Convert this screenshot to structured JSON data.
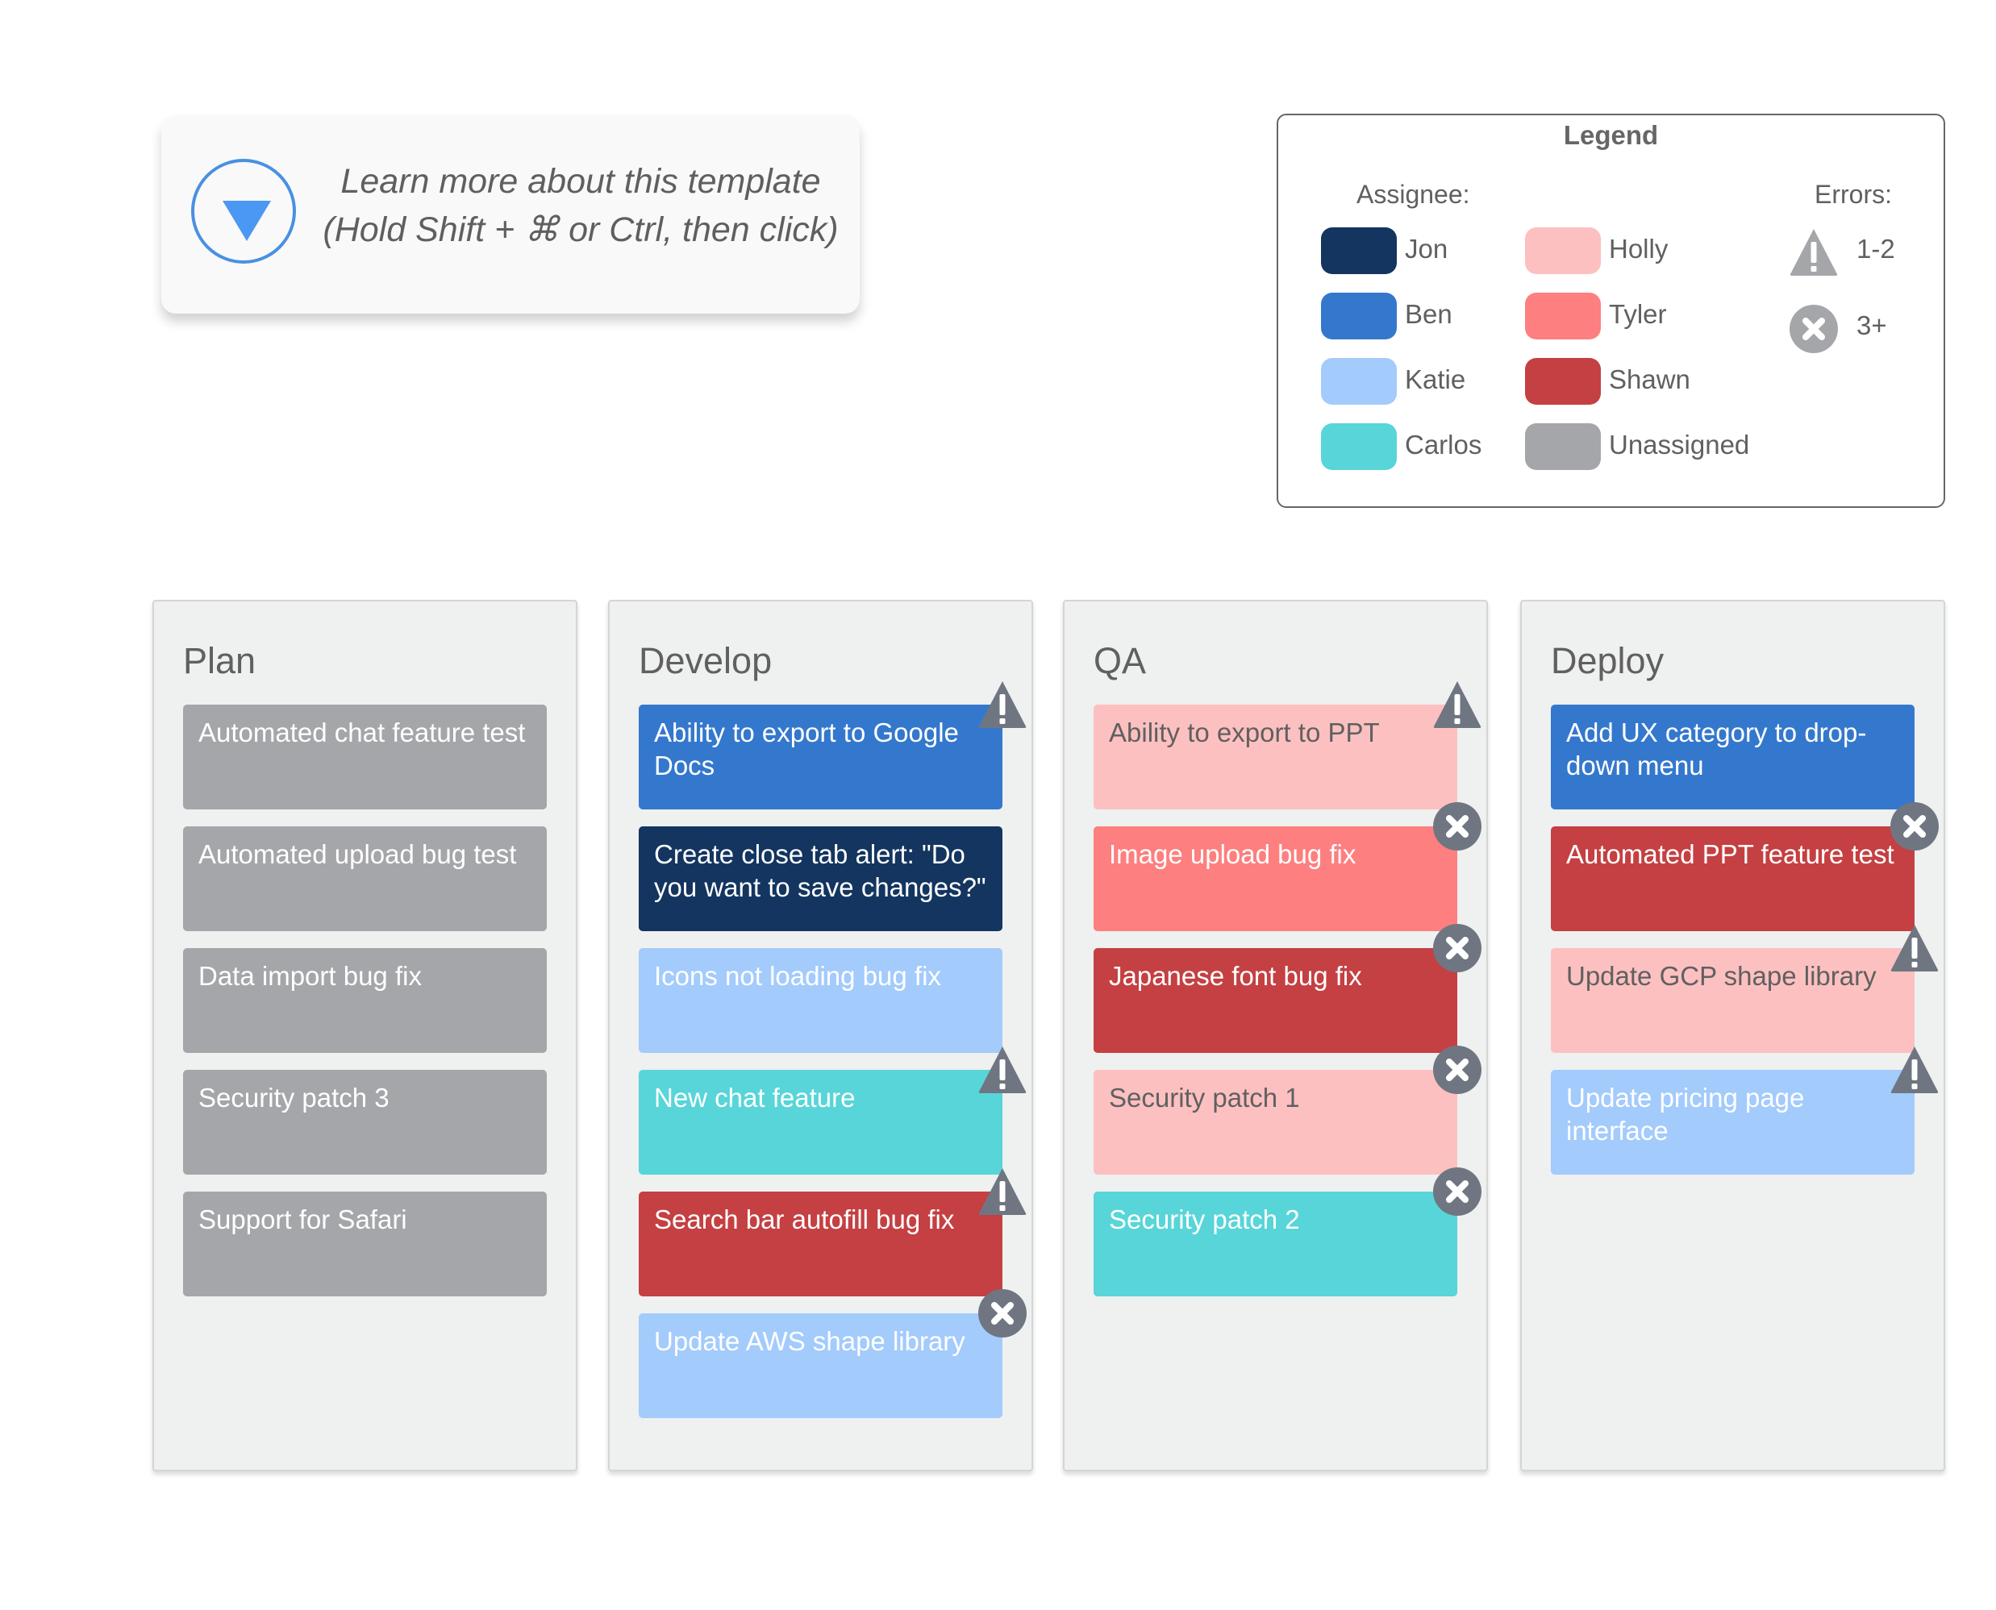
{
  "info": {
    "line1": "Learn more about this template",
    "line2": "(Hold Shift + ⌘ or Ctrl, then click)"
  },
  "legend": {
    "title": "Legend",
    "assignee_label": "Assignee:",
    "errors_label": "Errors:",
    "assignees": [
      {
        "name": "Jon",
        "color": "#13355f"
      },
      {
        "name": "Ben",
        "color": "#3478cd"
      },
      {
        "name": "Katie",
        "color": "#a3cbfc"
      },
      {
        "name": "Carlos",
        "color": "#58d5d8"
      },
      {
        "name": "Holly",
        "color": "#fdc0c0"
      },
      {
        "name": "Tyler",
        "color": "#fd7f7f"
      },
      {
        "name": "Shawn",
        "color": "#c44042"
      },
      {
        "name": "Unassigned",
        "color": "#a5a6a9"
      }
    ],
    "errors": [
      {
        "icon": "warning-icon",
        "label": "1-2"
      },
      {
        "icon": "x-circle-icon",
        "label": "3+"
      }
    ]
  },
  "columns": [
    {
      "title": "Plan",
      "cards": [
        {
          "text": "Automated chat feature test",
          "assignee": "Unassigned",
          "error": null
        },
        {
          "text": "Automated upload bug test",
          "assignee": "Unassigned",
          "error": null
        },
        {
          "text": "Data import bug fix",
          "assignee": "Unassigned",
          "error": null
        },
        {
          "text": "Security patch 3",
          "assignee": "Unassigned",
          "error": null
        },
        {
          "text": "Support for Safari",
          "assignee": "Unassigned",
          "error": null
        }
      ]
    },
    {
      "title": "Develop",
      "cards": [
        {
          "text": "Ability to export to Google Docs",
          "assignee": "Ben",
          "error": "1-2"
        },
        {
          "text": "Create close tab alert: \"Do you want to save changes?\"",
          "assignee": "Jon",
          "error": null
        },
        {
          "text": "Icons not loading bug fix",
          "assignee": "Katie",
          "error": null
        },
        {
          "text": "New chat feature",
          "assignee": "Carlos",
          "error": "1-2"
        },
        {
          "text": "Search bar autofill bug fix",
          "assignee": "Shawn",
          "error": "1-2"
        },
        {
          "text": "Update AWS shape library",
          "assignee": "Katie",
          "error": "3+"
        }
      ]
    },
    {
      "title": "QA",
      "cards": [
        {
          "text": "Ability to export to PPT",
          "assignee": "Holly",
          "error": "1-2"
        },
        {
          "text": "Image upload bug fix",
          "assignee": "Tyler",
          "error": "3+"
        },
        {
          "text": "Japanese font bug fix",
          "assignee": "Shawn",
          "error": "3+"
        },
        {
          "text": "Security patch 1",
          "assignee": "Holly",
          "error": "3+"
        },
        {
          "text": "Security patch 2",
          "assignee": "Carlos",
          "error": "3+"
        }
      ]
    },
    {
      "title": "Deploy",
      "cards": [
        {
          "text": "Add UX category to drop-down menu",
          "assignee": "Ben",
          "error": null
        },
        {
          "text": "Automated PPT feature test",
          "assignee": "Shawn",
          "error": "3+"
        },
        {
          "text": "Update GCP shape library",
          "assignee": "Holly",
          "error": "1-2"
        },
        {
          "text": "Update pricing page interface",
          "assignee": "Katie",
          "error": "1-2"
        }
      ]
    }
  ],
  "text_colors": {
    "Jon": "#ffffff",
    "Ben": "#ffffff",
    "Katie": "#ffffff",
    "Carlos": "#ffffff",
    "Holly": "#606060",
    "Tyler": "#ffffff",
    "Shawn": "#ffffff",
    "Unassigned": "#ffffff"
  },
  "badge_color": "#6f7681",
  "legend_badge_color": "#a5a6a9"
}
